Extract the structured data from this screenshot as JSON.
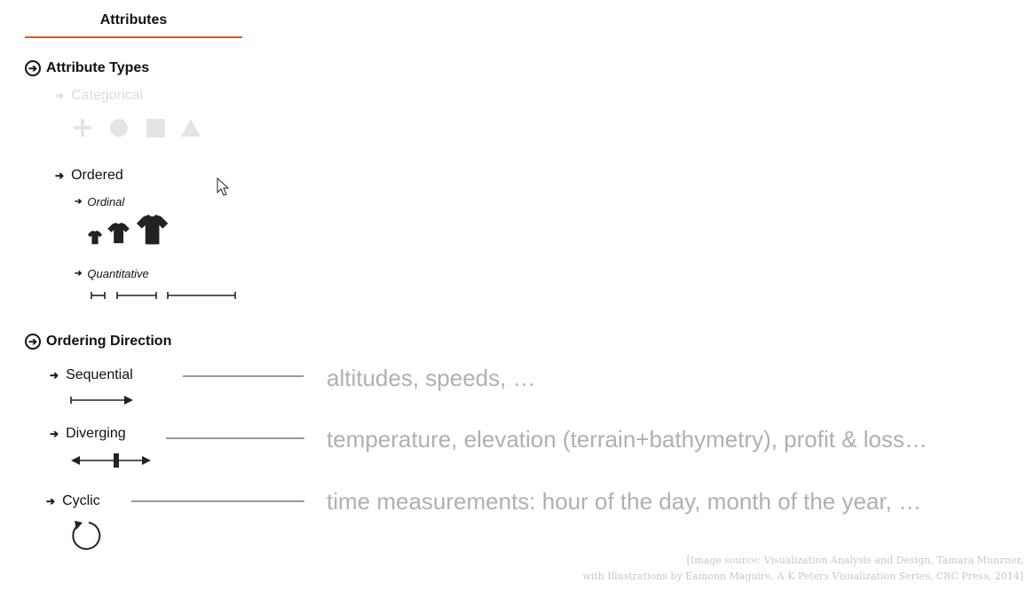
{
  "tab": {
    "label": "Attributes"
  },
  "attribute_types": {
    "heading": "Attribute Types",
    "categorical": {
      "label": "Categorical"
    },
    "ordered": {
      "label": "Ordered",
      "ordinal": {
        "label": "Ordinal"
      },
      "quantitative": {
        "label": "Quantitative"
      }
    }
  },
  "ordering_direction": {
    "heading": "Ordering Direction",
    "items": [
      {
        "label": "Sequential",
        "example": "altitudes, speeds, …",
        "icon": "one-way-arrow-icon"
      },
      {
        "label": "Diverging",
        "example": "temperature, elevation (terrain+bathymetry), profit & loss…",
        "icon": "two-way-arrow-icon"
      },
      {
        "label": "Cyclic",
        "example": "time measurements: hour of the day, month of the year, …",
        "icon": "cycle-arrow-icon"
      }
    ]
  },
  "credit": {
    "line1": "[Image source: Visualization Analysis and Design, Tamara Munzner,",
    "line2": "with Illustrations by Eamonn Maguire, A K Peters Visualization Series, CRC Press, 2014]"
  },
  "colors": {
    "accent": "#e0582a",
    "example_text": "#b0b0b0",
    "faded": "#dcdcdc"
  }
}
